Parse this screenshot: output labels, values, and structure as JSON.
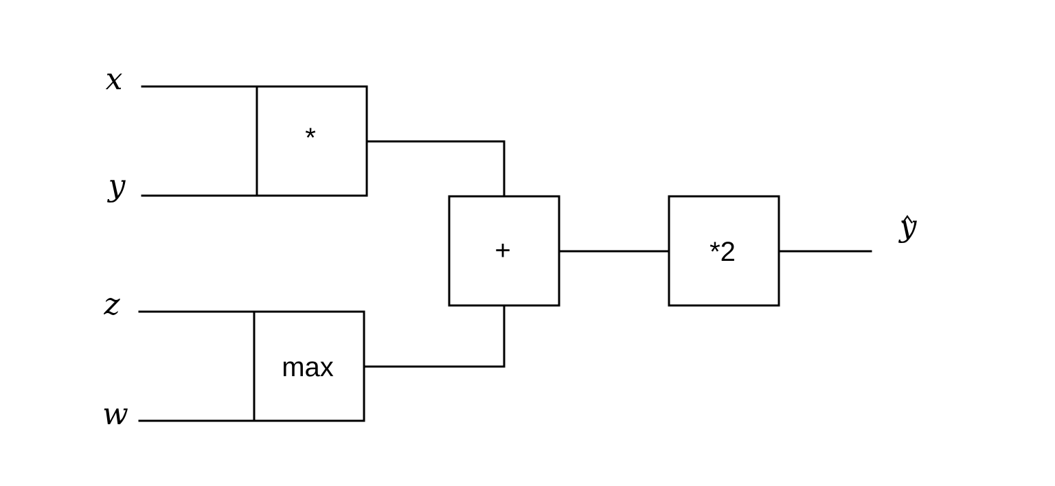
{
  "inputs": {
    "x": "x",
    "y": "y",
    "z": "z",
    "w": "w"
  },
  "operators": {
    "multiply": "*",
    "max": "max",
    "add": "+",
    "scale": "*2"
  },
  "output": {
    "label": "y",
    "accent": "hat"
  },
  "colors": {
    "line": "#000000",
    "background": "#ffffff"
  }
}
